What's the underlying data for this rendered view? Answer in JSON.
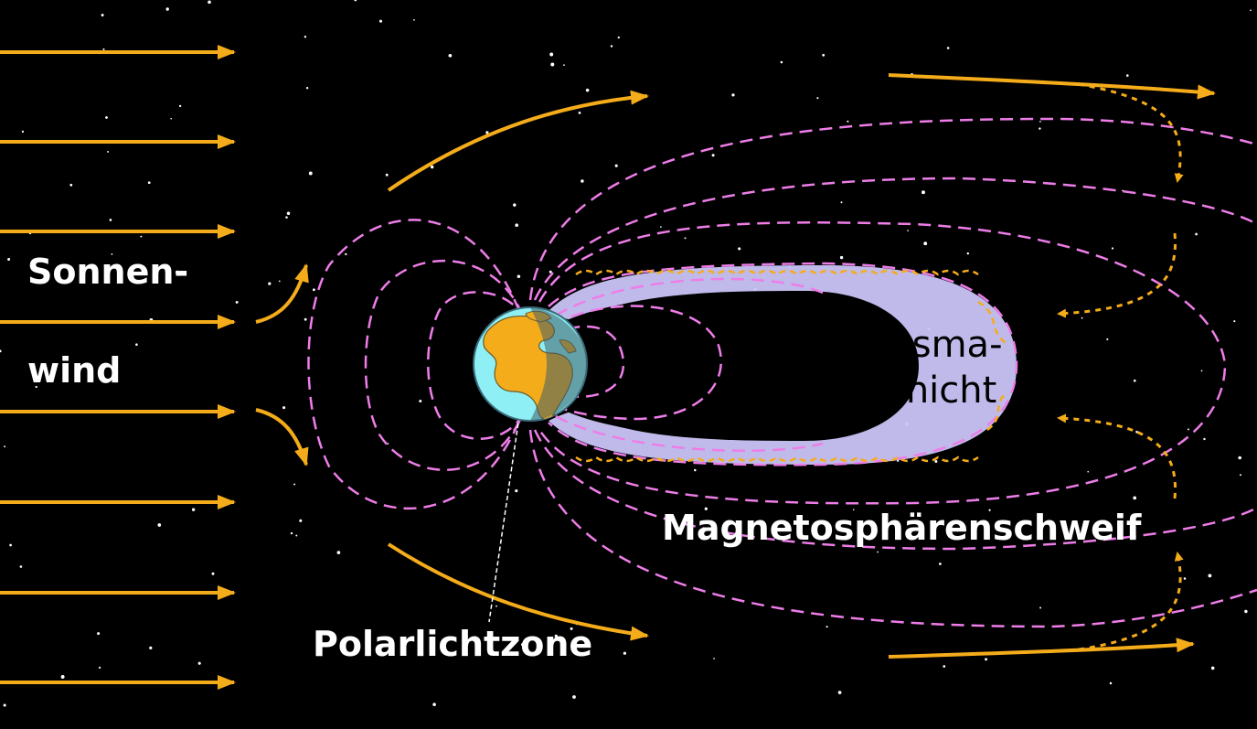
{
  "labels": {
    "solar_wind_line1": "Sonnen-",
    "solar_wind_line2": "wind",
    "plasma_line1": "Plasma-",
    "plasma_line2": "schicht",
    "tail": "Magnetosphärenschweif",
    "aurora": "Polarlichtzone"
  },
  "colors": {
    "background": "#000000",
    "arrow": "#f5ac1a",
    "field_line": "#ee7de8",
    "plasma_fill": "#c9c4f7",
    "label": "#ffffff",
    "ocean": "#8ef0f4",
    "land": "#f5ac1a",
    "night_side": "#5f7f8c"
  }
}
